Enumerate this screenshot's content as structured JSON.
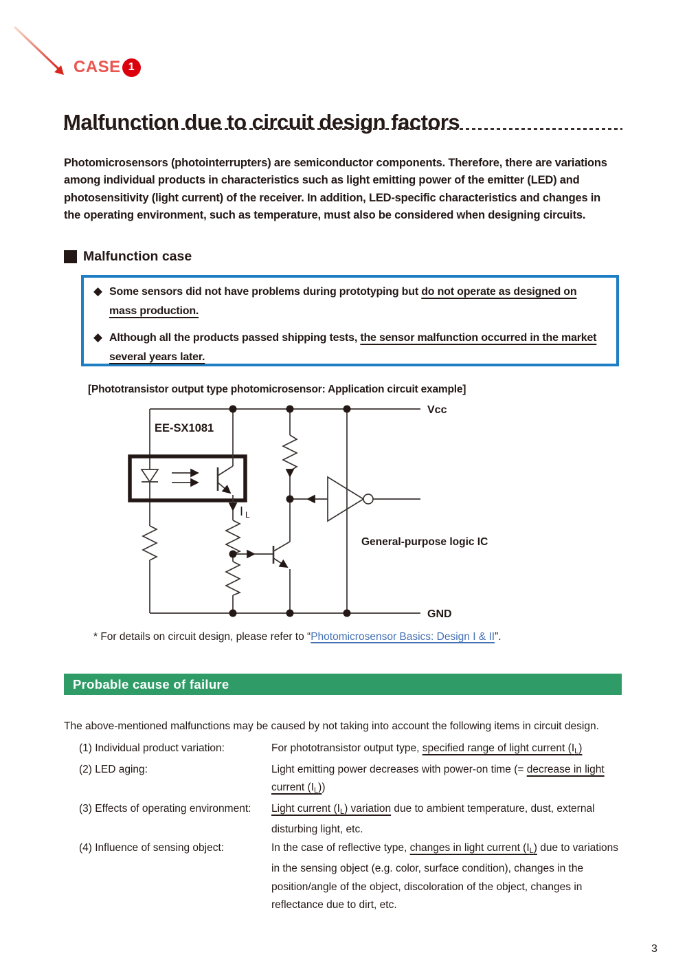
{
  "case_badge": {
    "label": "CASE",
    "number": "1"
  },
  "title": "Malfunction due to circuit design factors",
  "intro": "Photomicrosensors (photointerrupters) are semiconductor components. Therefore, there are variations among individual products in characteristics such as light emitting power of the emitter (LED) and photosensitivity (light current) of the receiver. In addition, LED-specific characteristics and changes in the operating environment, such as temperature, must also be considered when designing circuits.",
  "malfunction_case": {
    "heading": "Malfunction case",
    "bullet_glyph": "◆",
    "bullets": [
      {
        "pre": "Some sensors did not have problems during prototyping but ",
        "underlined": "do not operate as designed on mass production."
      },
      {
        "pre": "Although all the products passed shipping tests, ",
        "underlined": "the sensor malfunction occurred in the market several years later."
      }
    ]
  },
  "circuit": {
    "caption": "[Phototransistor output type photomicrosensor: Application circuit example]",
    "part_label": "EE-SX1081",
    "vcc_label": "Vcc",
    "gnd_label": "GND",
    "current_label_main": "I",
    "current_label_sub": "L",
    "ic_label": "General-purpose logic IC"
  },
  "footnote": {
    "pre": "* For details on circuit design, please refer to “",
    "link": "Photomicrosensor Basics: Design I & II",
    "post": "”."
  },
  "failure": {
    "heading": "Probable cause of failure",
    "intro": "The above-mentioned malfunctions may be caused by not taking into account the following items in circuit design.",
    "items": [
      {
        "label": "(1) Individual product variation:",
        "pre": "For phototransistor output type, ",
        "u1": "specified range of light current (I",
        "sub": "L",
        "u2": ")",
        "post": ""
      },
      {
        "label": "(2) LED aging:",
        "pre": "Light emitting power decreases with power-on time (= ",
        "u1": "decrease in light current (I",
        "sub": "L",
        "u2": ")",
        "post": ")"
      },
      {
        "label": "(3) Effects of operating environment:",
        "pre": "",
        "u1": "Light current (I",
        "sub": "L",
        "u2": ") variation",
        "post": " due to ambient temperature, dust, external disturbing light, etc."
      },
      {
        "label": "(4) Influence of sensing object:",
        "pre": "In the case of reflective type, ",
        "u1": "changes in light current (I",
        "sub": "L",
        "u2": ")",
        "post": " due to variations in the sensing object (e.g. color, surface condition), changes in the position/angle of the object, discoloration of the object, changes in reflectance due to dirt, etc."
      }
    ]
  },
  "page": {
    "number": "3"
  },
  "colors": {
    "case_red": "#ea5550",
    "badge_red": "#dc000c",
    "box_border_blue": "#1e7ec3",
    "bar_green": "#2f9c68",
    "link_blue": "#4470b4",
    "text": "#231815"
  }
}
